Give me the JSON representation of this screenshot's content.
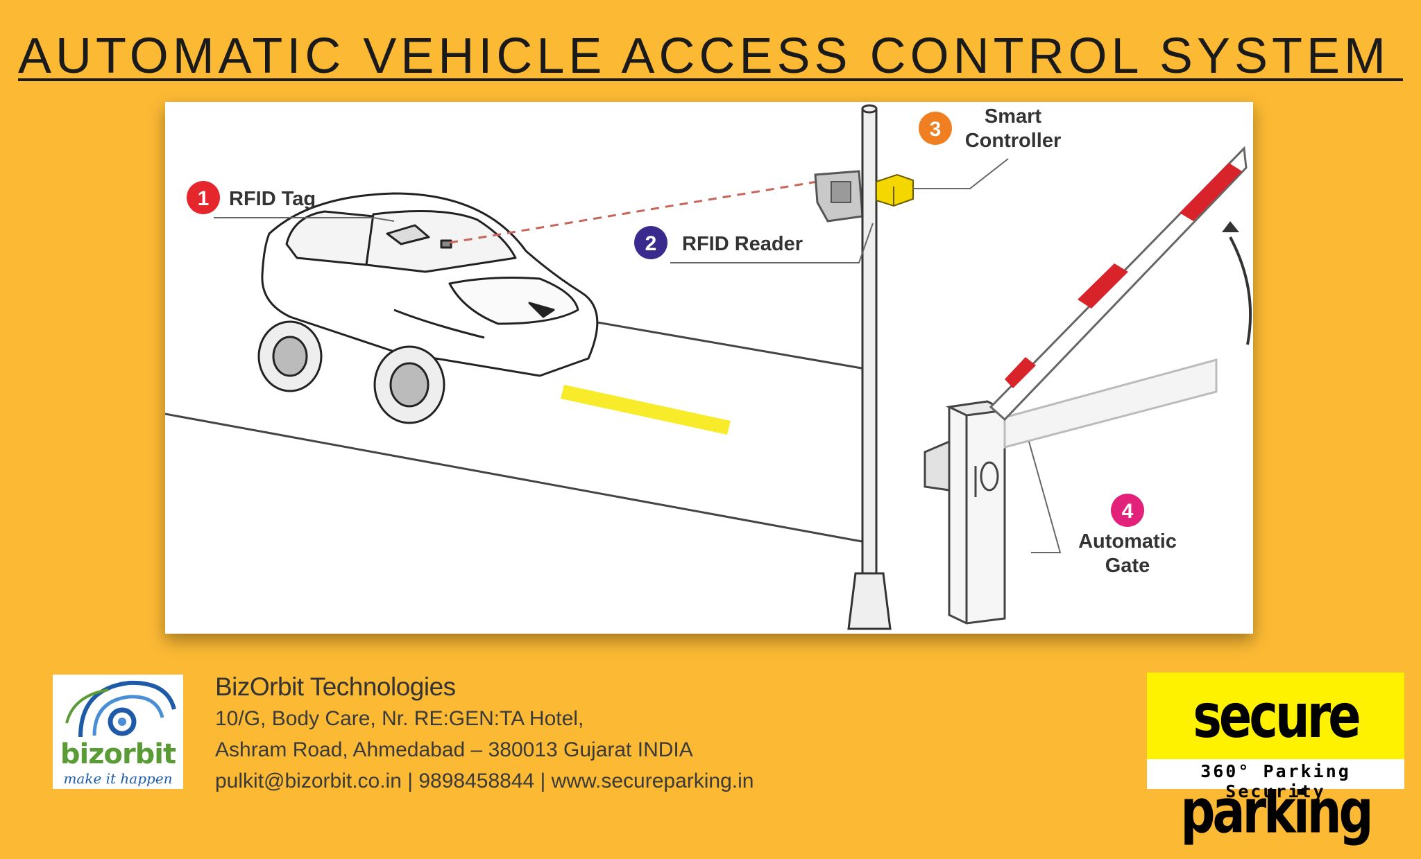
{
  "title": "AUTOMATIC VEHICLE ACCESS CONTROL SYSTEM",
  "diagram": {
    "callouts": [
      {
        "number": "1",
        "label_lines": [
          "RFID Tag"
        ],
        "color": "#E5262D"
      },
      {
        "number": "2",
        "label_lines": [
          "RFID Reader"
        ],
        "color": "#3B2A8E"
      },
      {
        "number": "3",
        "label_lines": [
          "Smart",
          "Controller"
        ],
        "color": "#F07F21"
      },
      {
        "number": "4",
        "label_lines": [
          "Automatic",
          "Gate"
        ],
        "color": "#E2217B"
      }
    ],
    "colors": {
      "background": "#FBB934",
      "loop_detector": "#F7EB2A",
      "barrier_stripe": "#D8232A",
      "controller_box": "#F4D600"
    }
  },
  "footer": {
    "left_logo": {
      "word": "bizorbit",
      "tagline": "make it happen"
    },
    "company_name": "BizOrbit Technologies",
    "address_line_1": "10/G, Body Care, Nr. RE:GEN:TA Hotel,",
    "address_line_2": "Ashram Road, Ahmedabad – 380013 Gujarat INDIA",
    "contact_line": "pulkit@bizorbit.co.in | 9898458844 | www.secureparking.in",
    "right_logo": {
      "word": "secure parking",
      "tagline": "360° Parking Security"
    }
  }
}
